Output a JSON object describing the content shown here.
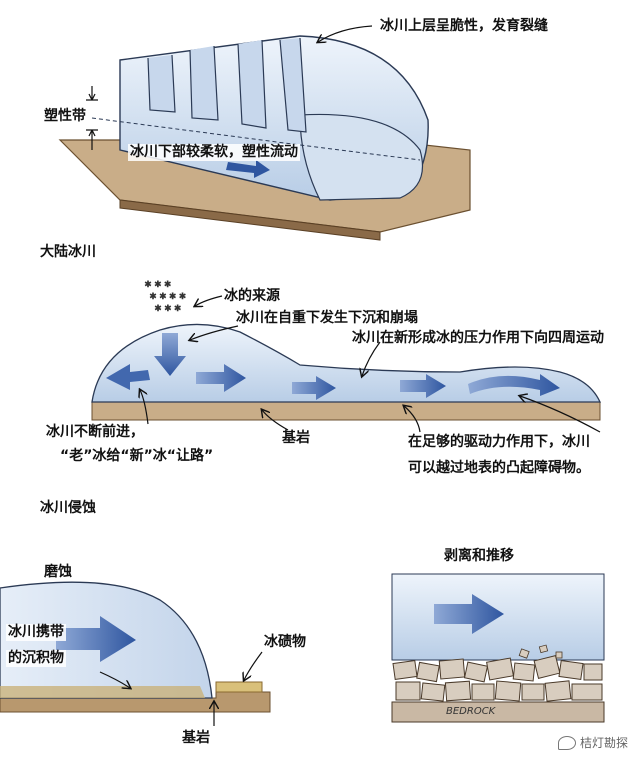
{
  "panel1": {
    "label_top": "冰川上层呈脆性，发育裂缝",
    "label_plastic": "塑性带",
    "label_lower": "冰川下部较柔软，塑性流动"
  },
  "panel2": {
    "title": "大陆冰川",
    "label_source": "冰的来源",
    "label_sink": "冰川在自重下发生下沉和崩塌",
    "label_pressure": "冰川在新形成冰的压力作用下向四周运动",
    "label_advance_1": "冰川不断前进，",
    "label_advance_2": "“老”冰给“新”冰“让路”",
    "label_bedrock": "基岩",
    "label_drive_1": "在足够的驱动力作用下，冰川",
    "label_drive_2": "可以越过地表的凸起障碍物。"
  },
  "panel3": {
    "title": "冰川侵蚀",
    "label_abrasion": "磨蚀",
    "label_carry_1": "冰川携带",
    "label_carry_2": "的沉积物",
    "label_moraine": "冰碛物",
    "label_bedrock": "基岩",
    "label_pluck": "剥离和推移",
    "label_bedrock_en": "BEDROCK"
  },
  "watermark": {
    "text": "桔灯勘探"
  },
  "colors": {
    "ice": "#d7e4f2",
    "ice_dark": "#a9c0de",
    "arrow": "#3b63a8",
    "ground": "#c9ad88",
    "ground_dark": "#8a6a48",
    "sediment": "#d9c07a"
  }
}
